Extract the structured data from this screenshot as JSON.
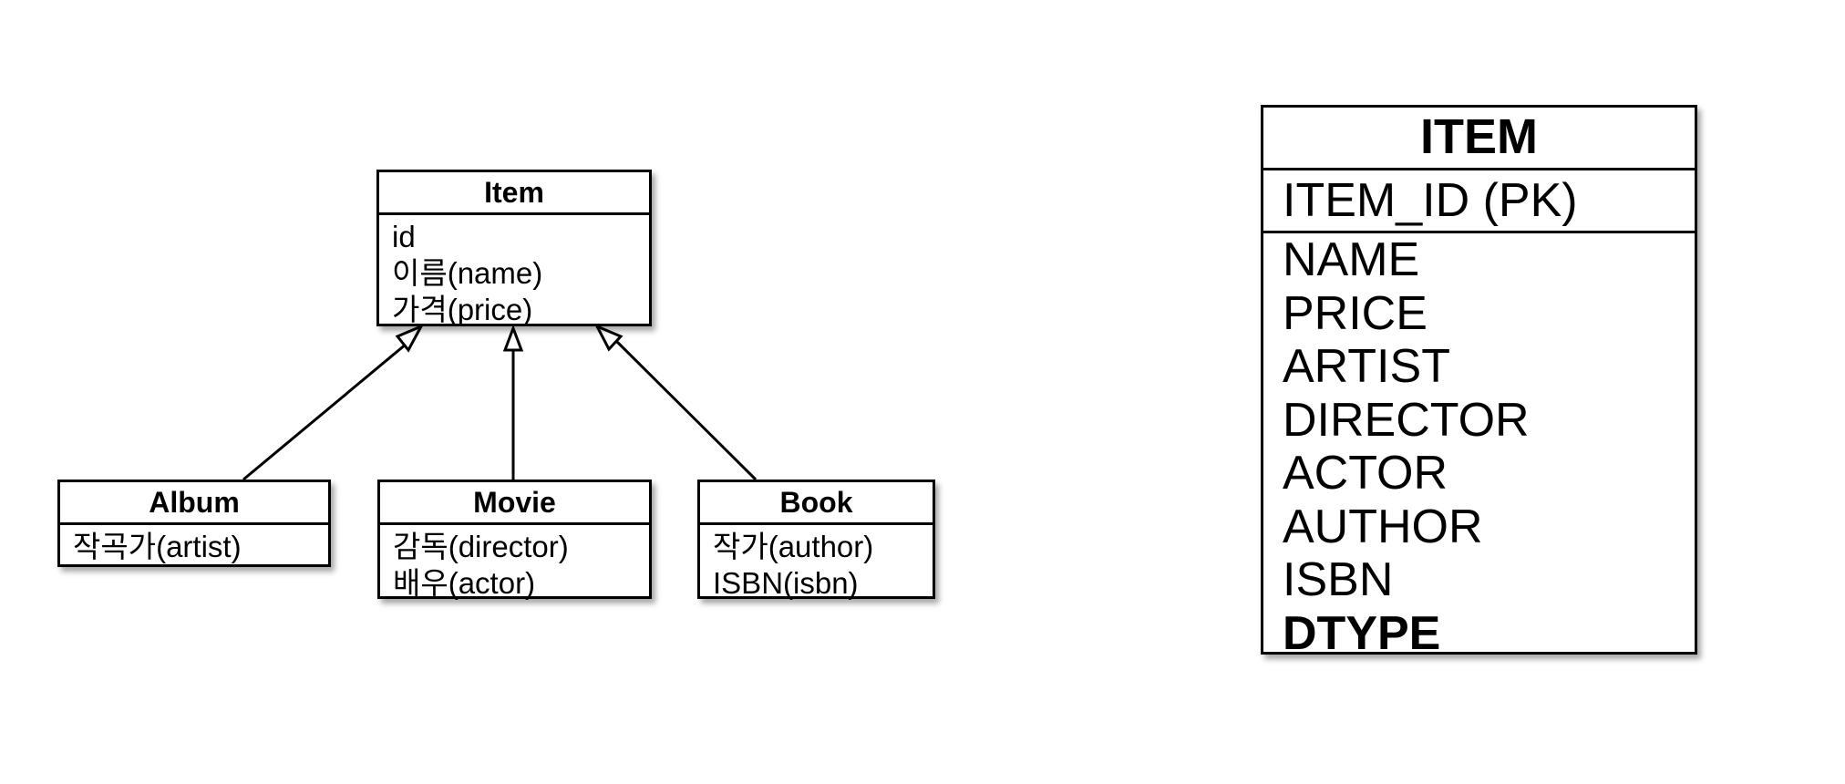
{
  "uml": {
    "parent": {
      "name": "Item",
      "attributes": [
        "id",
        "이름(name)",
        "가격(price)"
      ]
    },
    "children": [
      {
        "name": "Album",
        "attributes": [
          "작곡가(artist)"
        ]
      },
      {
        "name": "Movie",
        "attributes": [
          "감독(director)",
          "배우(actor)"
        ]
      },
      {
        "name": "Book",
        "attributes": [
          "작가(author)",
          "ISBN(isbn)"
        ]
      }
    ]
  },
  "table": {
    "name": "ITEM",
    "primary_key": "ITEM_ID (PK)",
    "columns": [
      "NAME",
      "PRICE",
      "ARTIST",
      "DIRECTOR",
      "ACTOR",
      "AUTHOR",
      "ISBN",
      "DTYPE"
    ]
  }
}
